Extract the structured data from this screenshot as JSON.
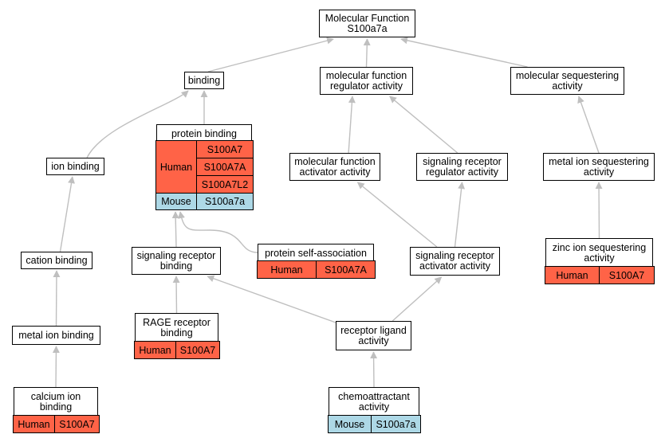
{
  "colors": {
    "human": "#ff6347",
    "mouse": "#add8e6",
    "edge": "#bfbfbf"
  },
  "nodes": {
    "mf_root": {
      "line1": "Molecular Function",
      "line2": "S100a7a"
    },
    "binding": {
      "line1": "binding"
    },
    "mf_regulator": {
      "line1": "molecular function",
      "line2": "regulator activity"
    },
    "mol_seq": {
      "line1": "molecular sequestering",
      "line2": "activity"
    },
    "protein_binding": {
      "line1": "protein binding",
      "human_label": "Human",
      "human_genes": [
        "S100A7",
        "S100A7A",
        "S100A7L2"
      ],
      "mouse_label": "Mouse",
      "mouse_gene": "S100a7a"
    },
    "ion_binding": {
      "line1": "ion binding"
    },
    "mf_activator": {
      "line1": "molecular function",
      "line2": "activator activity"
    },
    "sig_regulator": {
      "line1": "signaling receptor",
      "line2": "regulator activity"
    },
    "metal_ion_seq": {
      "line1": "metal ion sequestering",
      "line2": "activity"
    },
    "cation_binding": {
      "line1": "cation binding"
    },
    "sig_binding": {
      "line1": "signaling receptor",
      "line2": "binding"
    },
    "self_assoc": {
      "line1": "protein self-association",
      "species": "Human",
      "gene": "S100A7A"
    },
    "sig_activator": {
      "line1": "signaling receptor",
      "line2": "activator activity"
    },
    "zinc_ion_seq": {
      "line1": "zinc ion sequestering",
      "line2": "activity",
      "species": "Human",
      "gene": "S100A7"
    },
    "metal_ion_binding": {
      "line1": "metal ion binding"
    },
    "rage": {
      "line1": "RAGE receptor",
      "line2": "binding",
      "species": "Human",
      "gene": "S100A7"
    },
    "ligand": {
      "line1": "receptor ligand",
      "line2": "activity"
    },
    "calcium": {
      "line1": "calcium ion",
      "line2": "binding",
      "species": "Human",
      "gene": "S100A7"
    },
    "chemo": {
      "line1": "chemoattractant",
      "line2": "activity",
      "species": "Mouse",
      "gene": "S100a7a"
    }
  },
  "edges": [
    [
      "binding",
      "mf_root"
    ],
    [
      "mf_regulator",
      "mf_root"
    ],
    [
      "mol_seq",
      "mf_root"
    ],
    [
      "protein_binding",
      "binding"
    ],
    [
      "ion_binding",
      "binding"
    ],
    [
      "mf_activator",
      "mf_regulator"
    ],
    [
      "sig_regulator",
      "mf_regulator"
    ],
    [
      "metal_ion_seq",
      "mol_seq"
    ],
    [
      "cation_binding",
      "ion_binding"
    ],
    [
      "sig_binding",
      "protein_binding"
    ],
    [
      "self_assoc",
      "protein_binding"
    ],
    [
      "sig_activator",
      "mf_activator"
    ],
    [
      "sig_activator",
      "sig_regulator"
    ],
    [
      "zinc_ion_seq",
      "metal_ion_seq"
    ],
    [
      "metal_ion_binding",
      "cation_binding"
    ],
    [
      "rage",
      "sig_binding"
    ],
    [
      "ligand",
      "sig_binding"
    ],
    [
      "ligand",
      "sig_activator"
    ],
    [
      "calcium",
      "metal_ion_binding"
    ],
    [
      "chemo",
      "ligand"
    ]
  ]
}
